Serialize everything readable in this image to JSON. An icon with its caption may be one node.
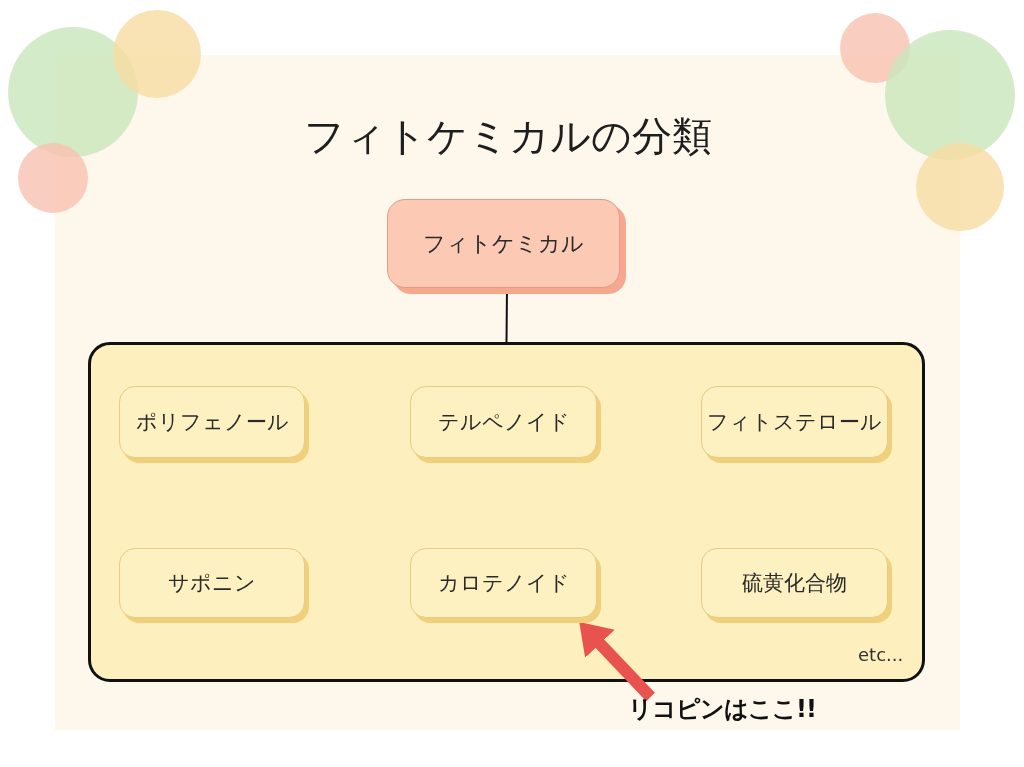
{
  "diagram": {
    "title": "フィトケミカルの分類",
    "nodes": [
      {
        "text": [
          "フィトケミカル"
        ]
      },
      {
        "text": [],
        "shape": "box"
      },
      {
        "text": [
          "ポリフェノール"
        ],
        "in": 1
      },
      {
        "text": [
          "テルペノイド"
        ],
        "in": 1
      },
      {
        "text": [
          "フィトステロール"
        ],
        "in": 1
      },
      {
        "text": [
          "サポニン"
        ],
        "in": 1
      },
      {
        "text": [
          "カロテノイド"
        ],
        "in": 1
      },
      {
        "text": [
          "硫黄化合物"
        ],
        "in": 1
      },
      {
        "text": [
          "リコピンはここ!!"
        ]
      }
    ],
    "edges": [
      {
        "from": 0,
        "to": 1,
        "arrow": "none"
      },
      {
        "from": 8,
        "to": 6,
        "arrow": "to",
        "style": "thick",
        "color": "#e8534f"
      }
    ],
    "labels": [
      "etc..."
    ]
  }
}
